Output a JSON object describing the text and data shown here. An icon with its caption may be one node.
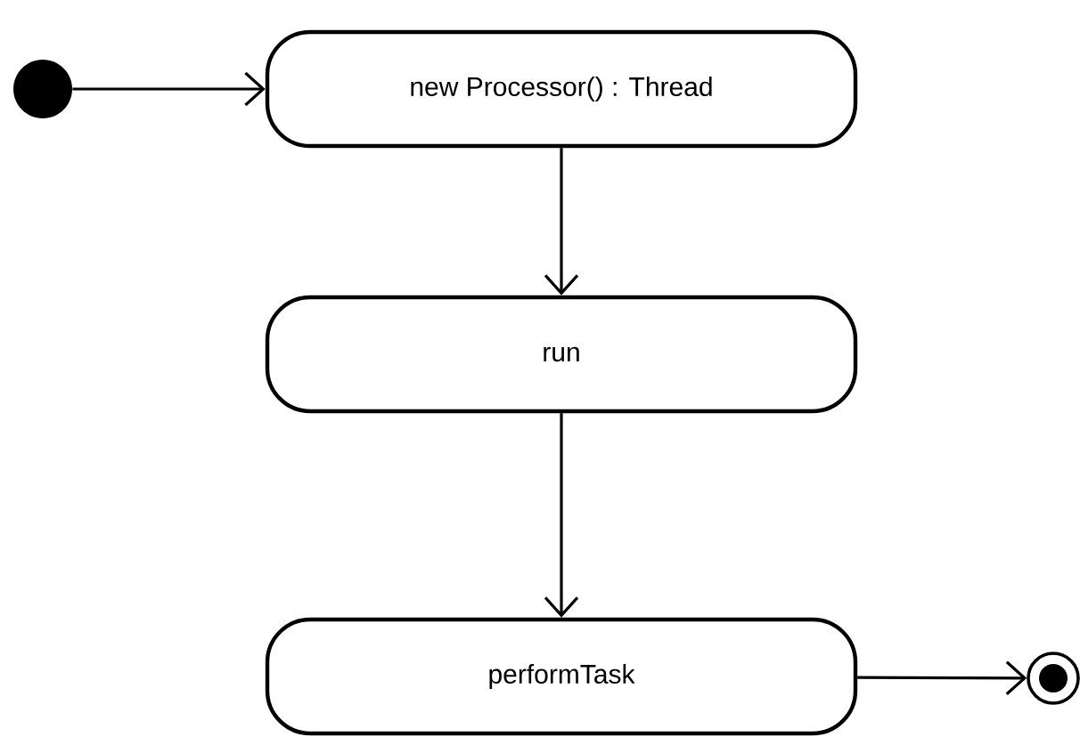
{
  "diagram": {
    "nodes": [
      {
        "text": [],
        "shape": "circle"
      },
      {
        "text": [
          "new Processor() : Thread"
        ]
      },
      {
        "text": [
          "run"
        ]
      },
      {
        "text": [
          "performTask"
        ]
      },
      {
        "text": [],
        "shape": "bullseye"
      }
    ],
    "edges": [
      {
        "from": 0,
        "to": 1,
        "arrow": "to"
      },
      {
        "from": 1,
        "to": 2,
        "arrow": "to"
      },
      {
        "from": 2,
        "to": 3,
        "arrow": "to"
      },
      {
        "from": 3,
        "to": 4,
        "arrow": "to"
      }
    ]
  }
}
